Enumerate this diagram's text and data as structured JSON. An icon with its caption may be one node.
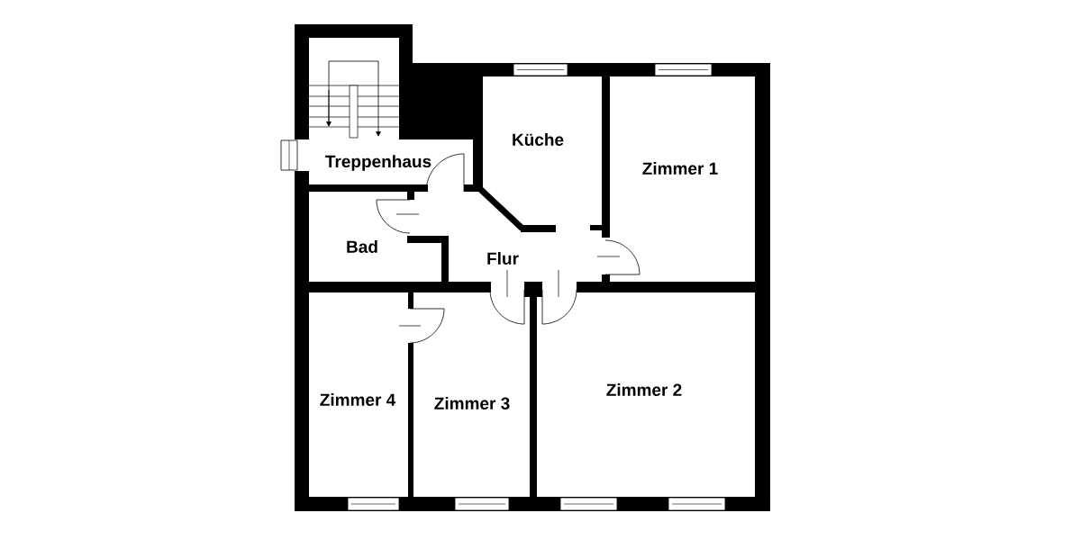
{
  "diagram": {
    "labels": [
      "Küche",
      "Treppenhaus",
      "Zimmer 1",
      "Bad",
      "Flur",
      "Zimmer 4",
      "Zimmer 3",
      "Zimmer 2"
    ]
  }
}
